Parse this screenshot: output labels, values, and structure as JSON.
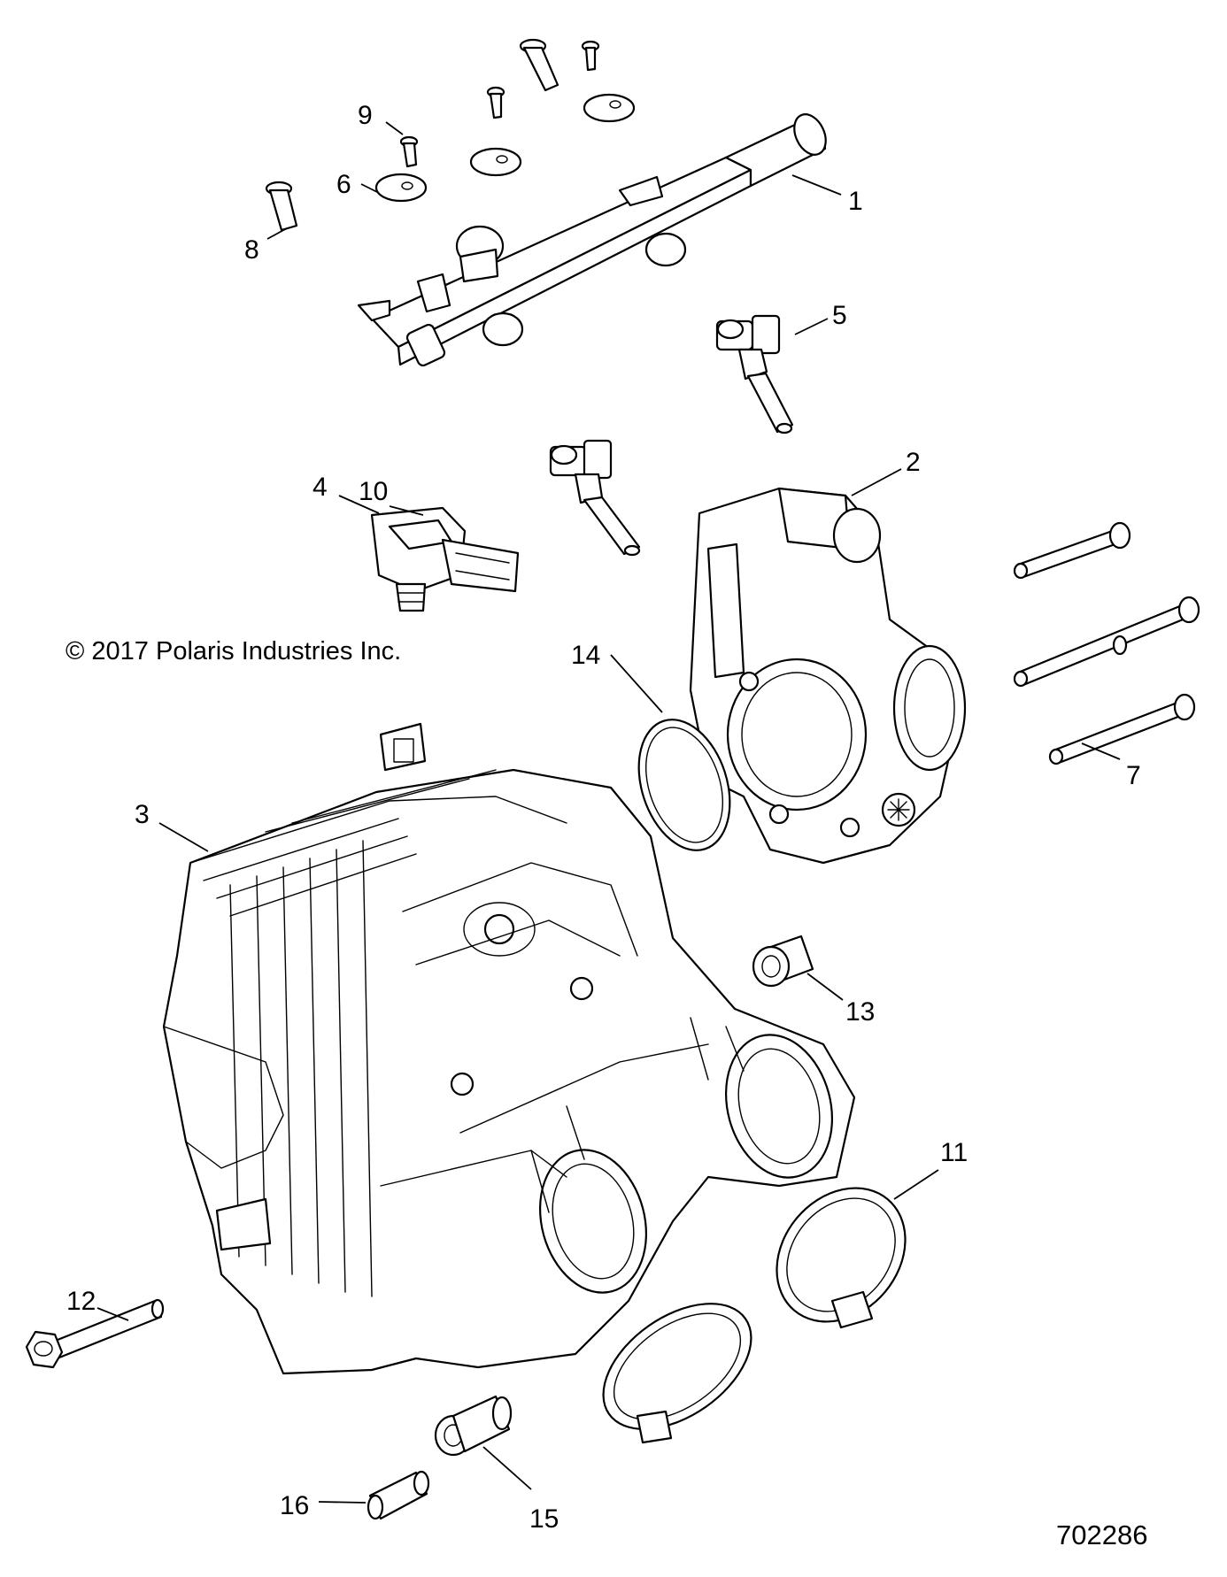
{
  "copyright": "© 2017 Polaris Industries Inc.",
  "figure_number": "702286",
  "callouts": [
    "1",
    "2",
    "3",
    "4",
    "5",
    "6",
    "7",
    "8",
    "9",
    "10",
    "11",
    "12",
    "13",
    "14",
    "15",
    "16"
  ]
}
